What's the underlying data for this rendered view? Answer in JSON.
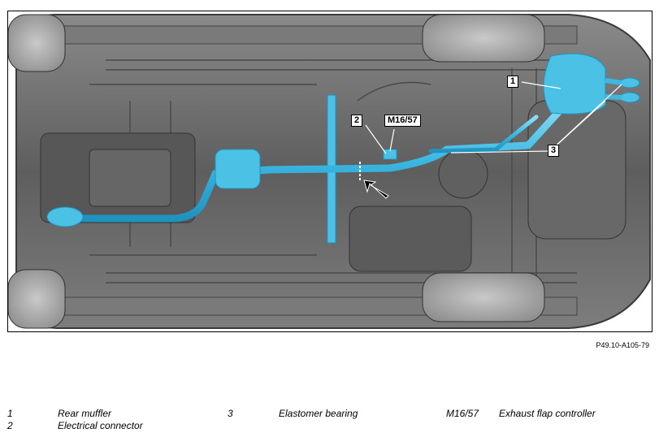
{
  "figure": {
    "reference": "P49.10-A105-79",
    "callouts": {
      "c1": "1",
      "c2": "2",
      "c3": "3",
      "cm": "M16/57"
    }
  },
  "legend": [
    {
      "code": "1",
      "text": "Rear muffler"
    },
    {
      "code": "2",
      "text": "Electrical connector"
    },
    {
      "code": "3",
      "text": "Elastomer bearing"
    },
    {
      "code": "M16/57",
      "text": "Exhaust flap controller"
    }
  ],
  "colors": {
    "exhaust": "#4cc1e6",
    "underbody": "#6f6f6f"
  }
}
